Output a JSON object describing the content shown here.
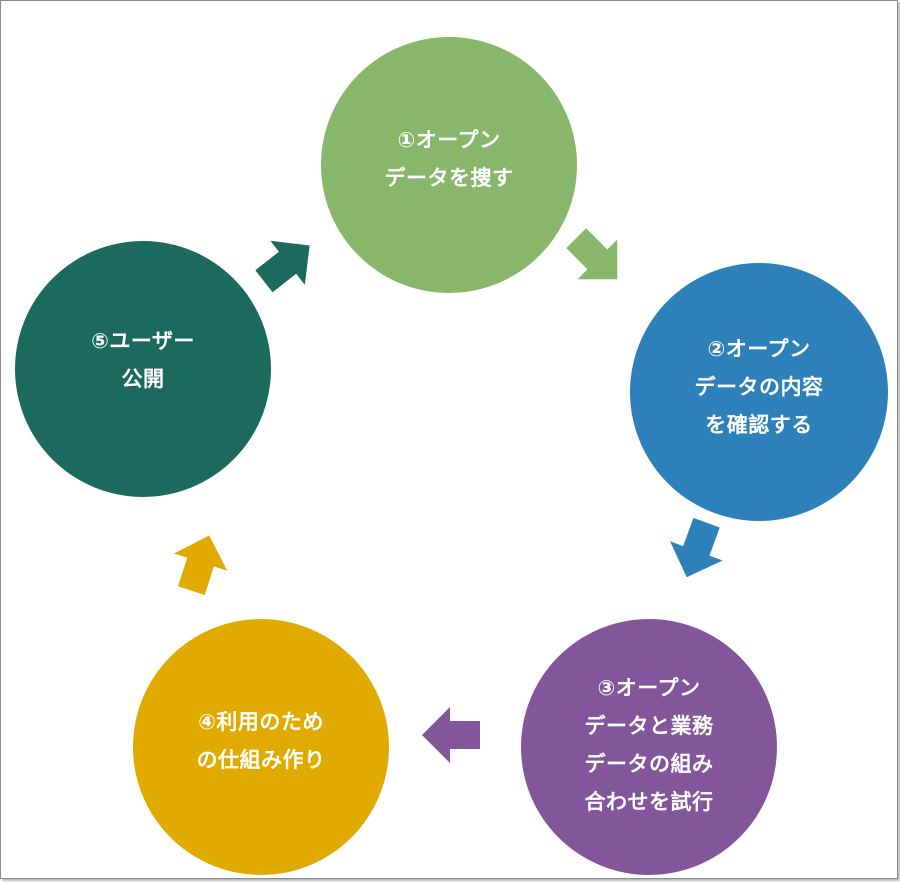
{
  "nodes": [
    {
      "id": "n1",
      "lines": [
        "①オープン",
        "データを捜す"
      ],
      "color": "#88b66a"
    },
    {
      "id": "n2",
      "lines": [
        "②オープン",
        "データの内容",
        "を確認する"
      ],
      "color": "#2d80ba"
    },
    {
      "id": "n3",
      "lines": [
        "③オープン",
        "データと業務",
        "データの組み",
        "合わせを試行"
      ],
      "color": "#83569b"
    },
    {
      "id": "n4",
      "lines": [
        "④利用のため",
        "の仕組み作り"
      ],
      "color": "#e0aa00"
    },
    {
      "id": "n5",
      "lines": [
        "⑤ユーザー",
        "公開"
      ],
      "color": "#1c6a5e"
    }
  ],
  "arrows": [
    {
      "from": "n1",
      "to": "n2",
      "color": "#88b66a"
    },
    {
      "from": "n2",
      "to": "n3",
      "color": "#2d80ba"
    },
    {
      "from": "n3",
      "to": "n4",
      "color": "#83569b"
    },
    {
      "from": "n4",
      "to": "n5",
      "color": "#e0aa00"
    },
    {
      "from": "n5",
      "to": "n1",
      "color": "#1c6a5e"
    }
  ]
}
